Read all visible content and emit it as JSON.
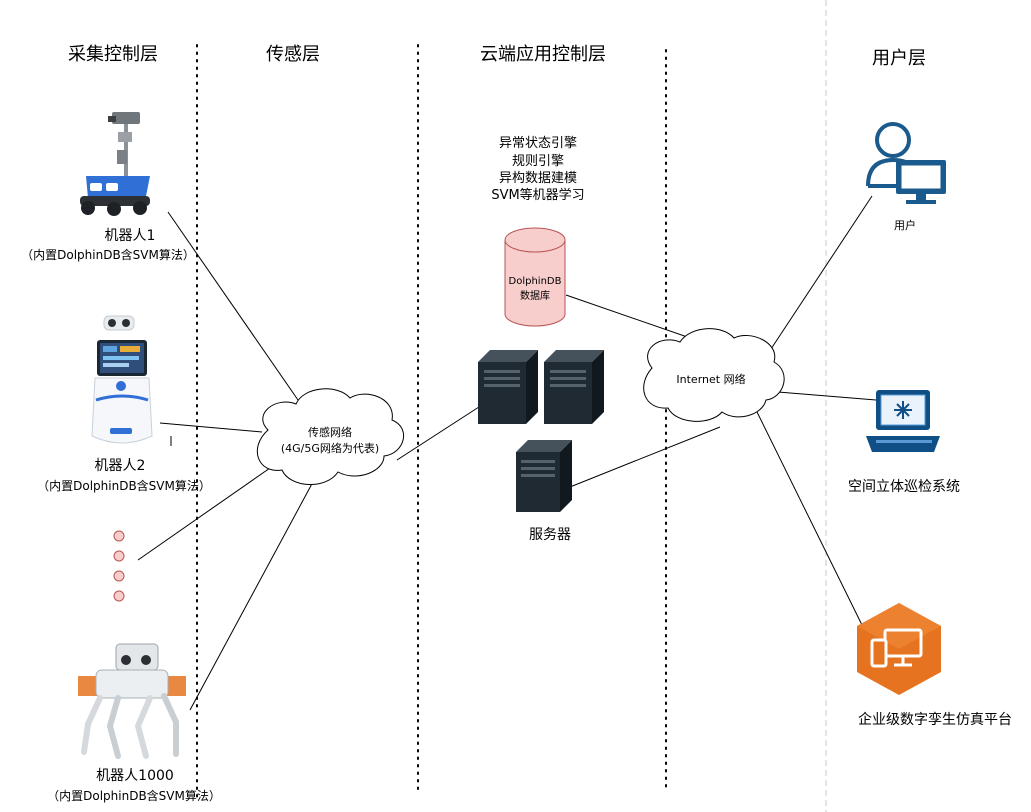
{
  "layers": {
    "collect": "采集控制层",
    "sensing": "传感层",
    "cloud": "云端应用控制层",
    "user": "用户层"
  },
  "robots": [
    {
      "name": "机器人1",
      "note": "（内置DolphinDB含SVM算法）",
      "icon": "inspection-robot-icon"
    },
    {
      "name": "机器人2",
      "note": "（内置DolphinDB含SVM算法）",
      "icon": "service-robot-icon"
    },
    {
      "name": "机器人1000",
      "note": "（内置DolphinDB含SVM算法）",
      "icon": "robot-dog-icon"
    }
  ],
  "sensing_network": {
    "line1": "传感网络",
    "line2": "(4G/5G网络为代表)"
  },
  "cloud_rules": [
    "异常状态引擎",
    "规则引擎",
    "异构数据建模",
    "SVM等机器学习"
  ],
  "database": {
    "line1": "DolphinDB",
    "line2": "数据库"
  },
  "servers": {
    "label": "服务器"
  },
  "internet": {
    "label": "Internet 网络"
  },
  "users": [
    {
      "label": "用户",
      "icon": "user-workstation-icon"
    },
    {
      "label": "空间立体巡检系统",
      "icon": "router-terminal-icon"
    },
    {
      "label": "企业级数字孪生仿真平台",
      "icon": "digital-twin-icon"
    }
  ],
  "colors": {
    "robot_blue": "#2f6fd6",
    "db_fill": "#f8cecc",
    "db_stroke": "#b85450",
    "twin_orange": "#e5731f",
    "terminal_blue": "#0f4f85",
    "user_blue": "#1b5a8c",
    "server_dark": "#1f2a33"
  }
}
